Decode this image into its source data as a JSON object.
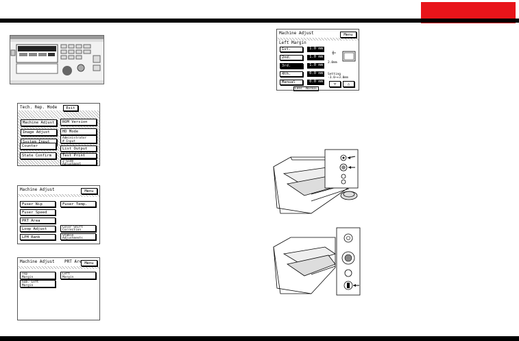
{
  "tech_rep_mode": {
    "title": "Tech. Rep. Mode",
    "exit_label": "Exit",
    "buttons": [
      "Machine Adjust",
      "Image Adjust",
      "System Input",
      "Counter",
      "State Confirm",
      "ROM Version",
      "HD Mode",
      "Administrator\n# Input",
      "List Output",
      "Test Print",
      "2-Side\nAdjustment"
    ]
  },
  "machine_adjust": {
    "title": "Machine Adjust",
    "menu_label": "Menu",
    "buttons": [
      "Fuser Nip",
      "Fuser Temp.",
      "Fuser Speed",
      "PRT Area",
      "Loop Adjust",
      "Color Shift\nCorrection",
      "LPH Rank",
      "Stable\nAdjustments"
    ]
  },
  "prt_area": {
    "title": "Machine Adjust    PRT Area",
    "menu_label": "Menu",
    "buttons": [
      "Top\nMargin",
      "Left\nMargin",
      "Sub. Left\nMargin"
    ]
  },
  "left_margin": {
    "title": "Machine Adjust",
    "menu_label": "Menu",
    "subtitle": "Left Margin",
    "rows": [
      {
        "label": "1st.",
        "value": "1.0 mm"
      },
      {
        "label": "2nd.",
        "value": "1.0 mm"
      },
      {
        "label": "3rd.",
        "value": "1.0 mm"
      },
      {
        "label": "4th.",
        "value": "0.0 mm"
      },
      {
        "label": "Manual",
        "value": "0.0 mm"
      }
    ],
    "offset_text": "2.0mm",
    "range_text": "Setting\n-3.0~+3.0mm",
    "legend": "Lens  Normal"
  },
  "colors": {
    "accent_red": "#e8141a",
    "bar": "#000000"
  }
}
